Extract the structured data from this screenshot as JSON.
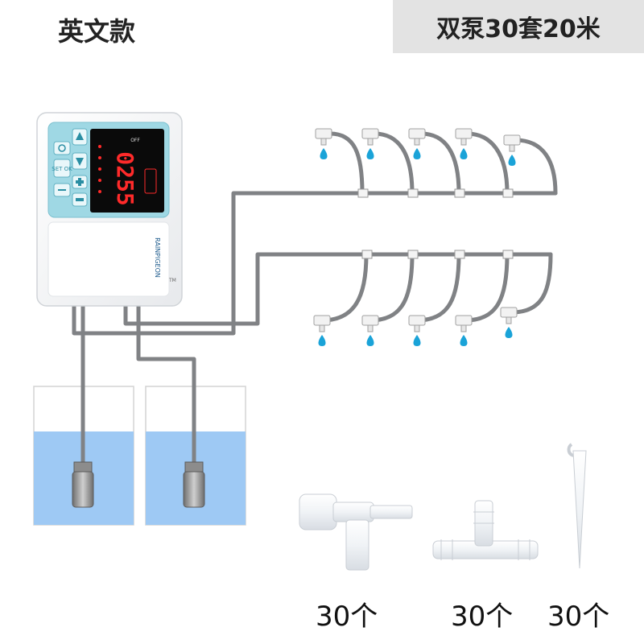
{
  "header": {
    "left_label": "英文款",
    "right_label": "双泵30套20米"
  },
  "controller": {
    "display_value": "0255",
    "brand": "RAINPIGEON",
    "tm": "TM",
    "btn_set_label": "SET OK",
    "off_label": "OFF"
  },
  "accessories": [
    {
      "name": "elbow-connector",
      "qty": "30个"
    },
    {
      "name": "tee-connector",
      "qty": "30个"
    },
    {
      "name": "ground-stake",
      "qty": "30个"
    }
  ],
  "colors": {
    "tube": "#808285",
    "water": "#9ec9f4",
    "drop": "#1aa3d8",
    "panel": "#9fd8e4",
    "display_red": "#ff2a2a",
    "header_bg": "#e3e3e3"
  }
}
